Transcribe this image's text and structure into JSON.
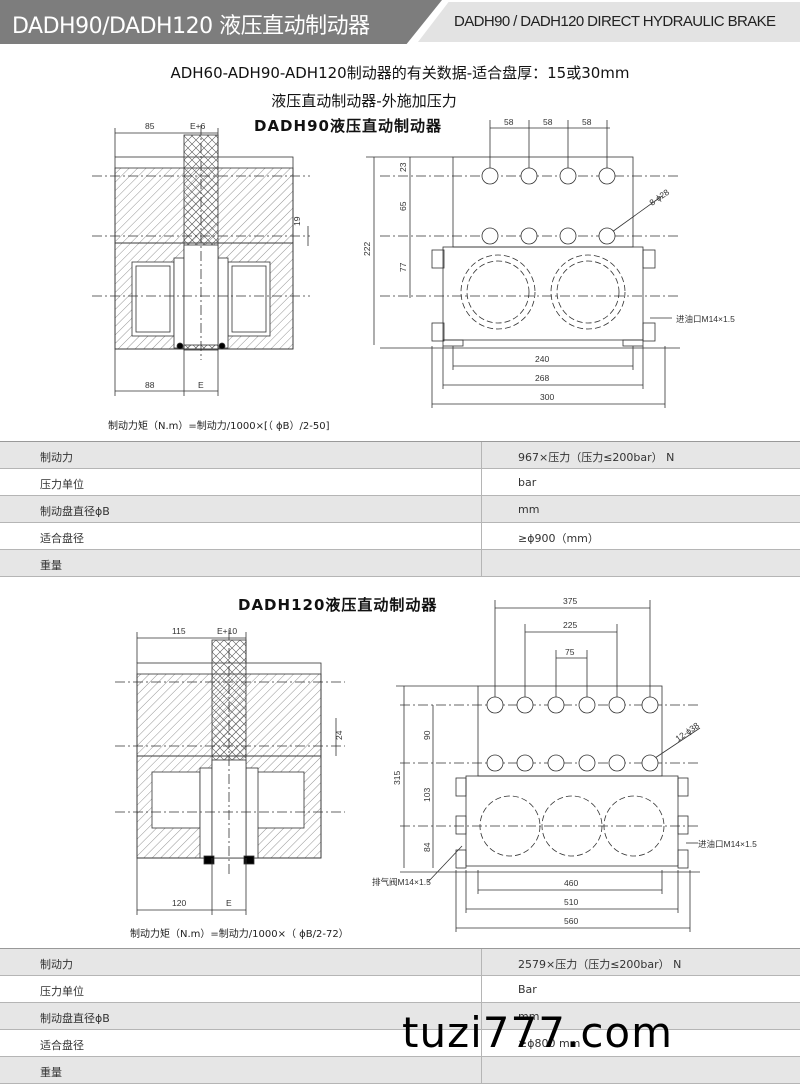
{
  "header": {
    "title_cn": "DADH90/DADH120 液压直动制动器",
    "title_en": "DADH90 / DADH120 DIRECT HYDRAULIC BRAKE"
  },
  "intro": {
    "line1": "ADH60-ADH90-ADH120制动器的有关数据-适合盘厚：15或30mm",
    "line2": "液压直动制动器-外施加压力"
  },
  "section1": {
    "title": "DADH90液压直动制动器",
    "formula": "制动力矩（N.m）=制动力/1000×[（ ϕB）/2-50]",
    "dims": {
      "d85": "85",
      "e6": "E+6",
      "d19": "19",
      "d88": "88",
      "e": "E",
      "d58a": "58",
      "d58b": "58",
      "d58c": "58",
      "d23": "23",
      "d65": "65",
      "d222": "222",
      "d77": "77",
      "hole": "8-ϕ28",
      "inlet": "进油口M14×1.5",
      "d240": "240",
      "d268": "268",
      "d300": "300"
    },
    "table": [
      {
        "label": "制动力",
        "value": "967×压力（压力≤200bar）  N"
      },
      {
        "label": "压力单位",
        "value": "bar"
      },
      {
        "label": "制动盘直径ϕB",
        "value": "mm"
      },
      {
        "label": "适合盘径",
        "value": "≥ϕ900（mm）"
      },
      {
        "label": "重量",
        "value": ""
      }
    ]
  },
  "section2": {
    "title": "DADH120液压直动制动器",
    "formula": "制动力矩（N.m）=制动力/1000×（ ϕB/2-72）",
    "dims": {
      "d115": "115",
      "e10": "E+10",
      "d24": "24",
      "d120": "120",
      "e": "E",
      "d375": "375",
      "d225": "225",
      "d75": "75",
      "d90": "90",
      "d315": "315",
      "d103": "103",
      "d84": "84",
      "hole": "12-ϕ38",
      "inlet": "进油口M14×1.5",
      "vent": "排气阀M14×1.5",
      "d460": "460",
      "d510": "510",
      "d560": "560"
    },
    "table": [
      {
        "label": "制动力",
        "value": "2579×压力（压力≤200bar）  N"
      },
      {
        "label": "压力单位",
        "value": "Bar"
      },
      {
        "label": "制动盘直径ϕB",
        "value": "mm"
      },
      {
        "label": "适合盘径",
        "value": "≥ϕ800 mm"
      },
      {
        "label": "重量",
        "value": ""
      }
    ]
  },
  "watermark": "tuzi777.com"
}
